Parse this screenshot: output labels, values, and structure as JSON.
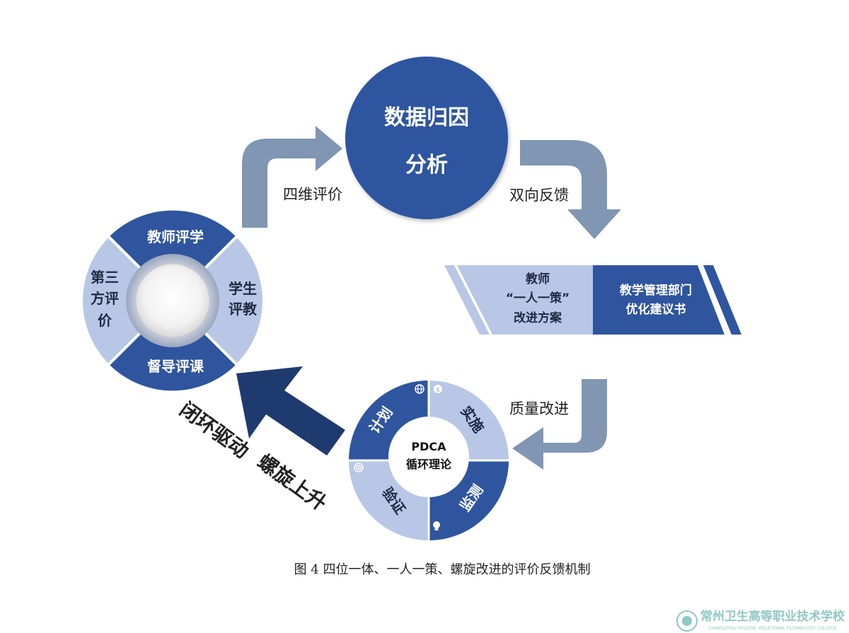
{
  "colors": {
    "navy": "#2f559f",
    "navy_dark": "#1f3a6e",
    "light_blue": "#b8c7e6",
    "arrow_gray": "#8096b3",
    "text_dark": "#1f2a44"
  },
  "center_node": {
    "line1": "数据归因",
    "line2": "分析"
  },
  "arrow_labels": {
    "top_left": "四维评价",
    "top_right": "双向反馈",
    "right": "质量改进",
    "loop_line1": "闭环驱动",
    "loop_line2": "螺旋上升"
  },
  "evaluation_wheel": {
    "top": "教师评学",
    "right_line1": "学生",
    "right_line2": "评教",
    "bottom": "督导评课",
    "left_line1": "第三",
    "left_line2": "方评",
    "left_line3": "价"
  },
  "banner": {
    "left_line1": "教师",
    "left_line2": "“一人一策”",
    "left_line3": "改进方案",
    "right_line1": "教学管理部门",
    "right_line2": "优化建议书"
  },
  "pdca": {
    "center_line1": "PDCA",
    "center_line2": "循环理论",
    "plan": "计划",
    "do": "实施",
    "check": "监测",
    "act": "验证",
    "icons": [
      "globe-icon",
      "dollar-icon",
      "lightbulb-icon",
      "target-icon"
    ]
  },
  "caption": "图 4  四位一体、一人一策、螺旋改进的评价反馈机制",
  "logo": {
    "name": "常州卫生高等职业技术学校",
    "subtitle": "CHANGZHOU HYGIENE VOCATIONAL TECHNOLOGY COLLEGE"
  }
}
